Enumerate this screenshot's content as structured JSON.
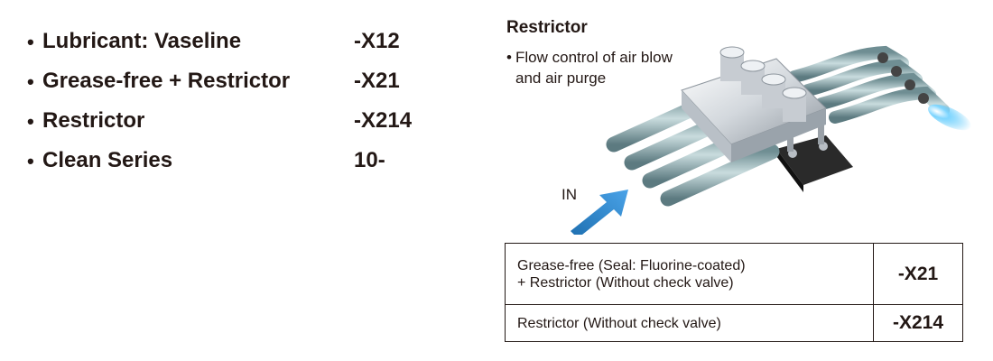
{
  "options": [
    {
      "bullet": "•",
      "name": "Lubricant: Vaseline",
      "code": "-X12"
    },
    {
      "bullet": "•",
      "name": "Grease-free + Restrictor",
      "code": "-X21"
    },
    {
      "bullet": "•",
      "name": "Restrictor",
      "code": "-X214"
    },
    {
      "bullet": "•",
      "name": "Clean Series",
      "code": "10-"
    }
  ],
  "restrictor": {
    "title": "Restrictor",
    "bullet": "•",
    "description_lines": [
      "Flow control of air blow",
      "and air purge"
    ]
  },
  "illustration": {
    "in_label": "IN",
    "colors": {
      "tube": "#9bb8bc",
      "fitting": "#d6dbe0",
      "arrow": "#2b7fc3",
      "spray": "#4fc3f7",
      "bracket": "#2a2a2a"
    }
  },
  "table": {
    "rows": [
      {
        "lines": [
          "Grease-free (Seal: Fluorine-coated)",
          "+ Restrictor (Without check valve)"
        ],
        "code": "-X21"
      },
      {
        "lines": [
          "Restrictor (Without check valve)"
        ],
        "code": "-X214"
      }
    ]
  }
}
